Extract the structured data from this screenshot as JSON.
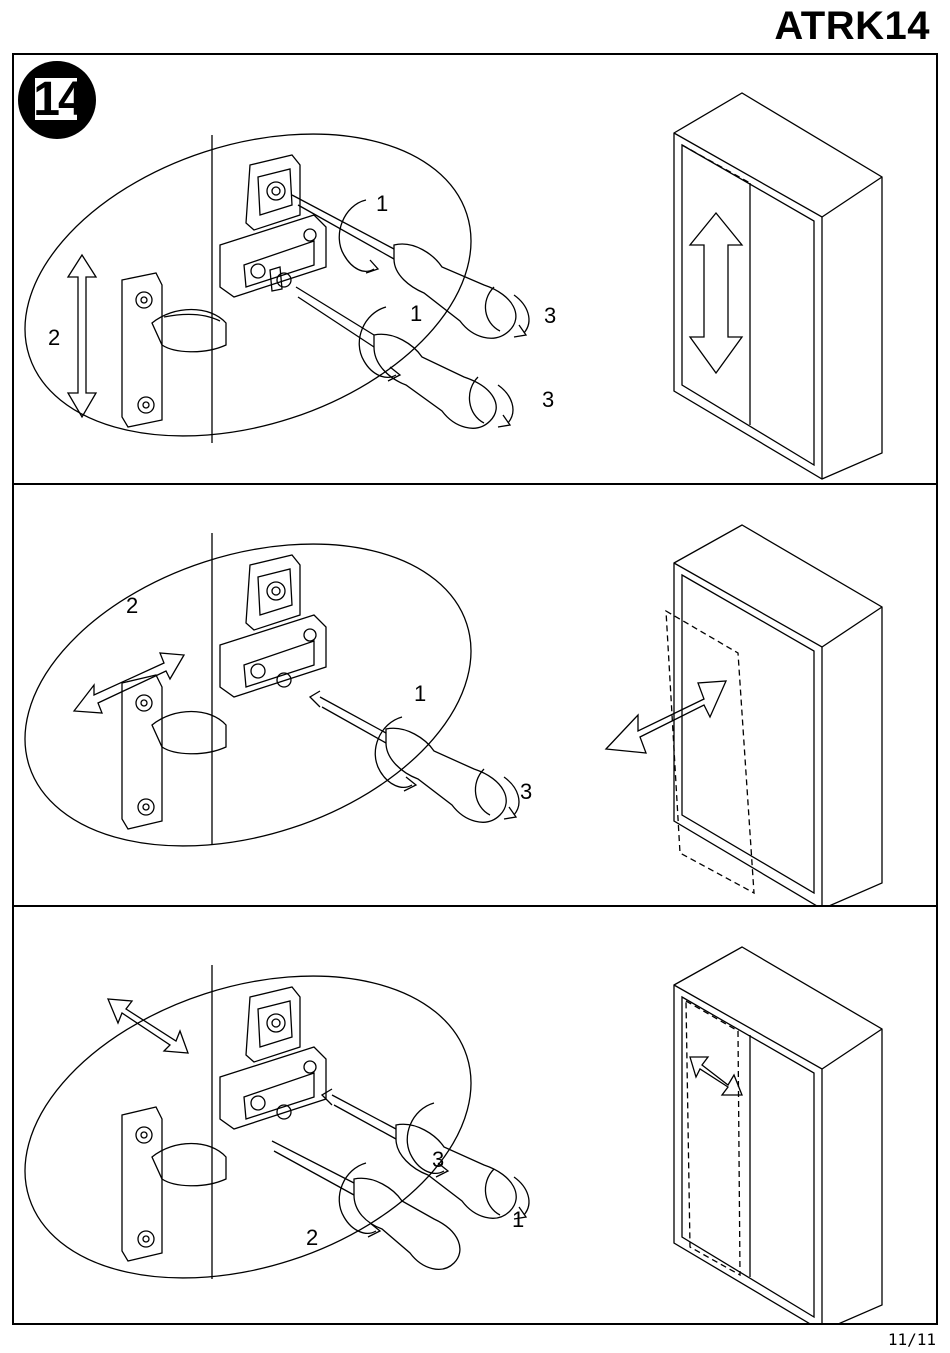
{
  "header": {
    "model": "ATRK14"
  },
  "step": {
    "number": "14"
  },
  "panels": [
    {
      "labels": {
        "a": "1",
        "b": "1",
        "c": "2",
        "d": "3",
        "e": "3"
      }
    },
    {
      "labels": {
        "a": "2",
        "b": "1",
        "c": "3"
      }
    },
    {
      "labels": {
        "a": "3",
        "b": "2",
        "c": "1"
      }
    }
  ],
  "footer": {
    "page": "11/11"
  }
}
